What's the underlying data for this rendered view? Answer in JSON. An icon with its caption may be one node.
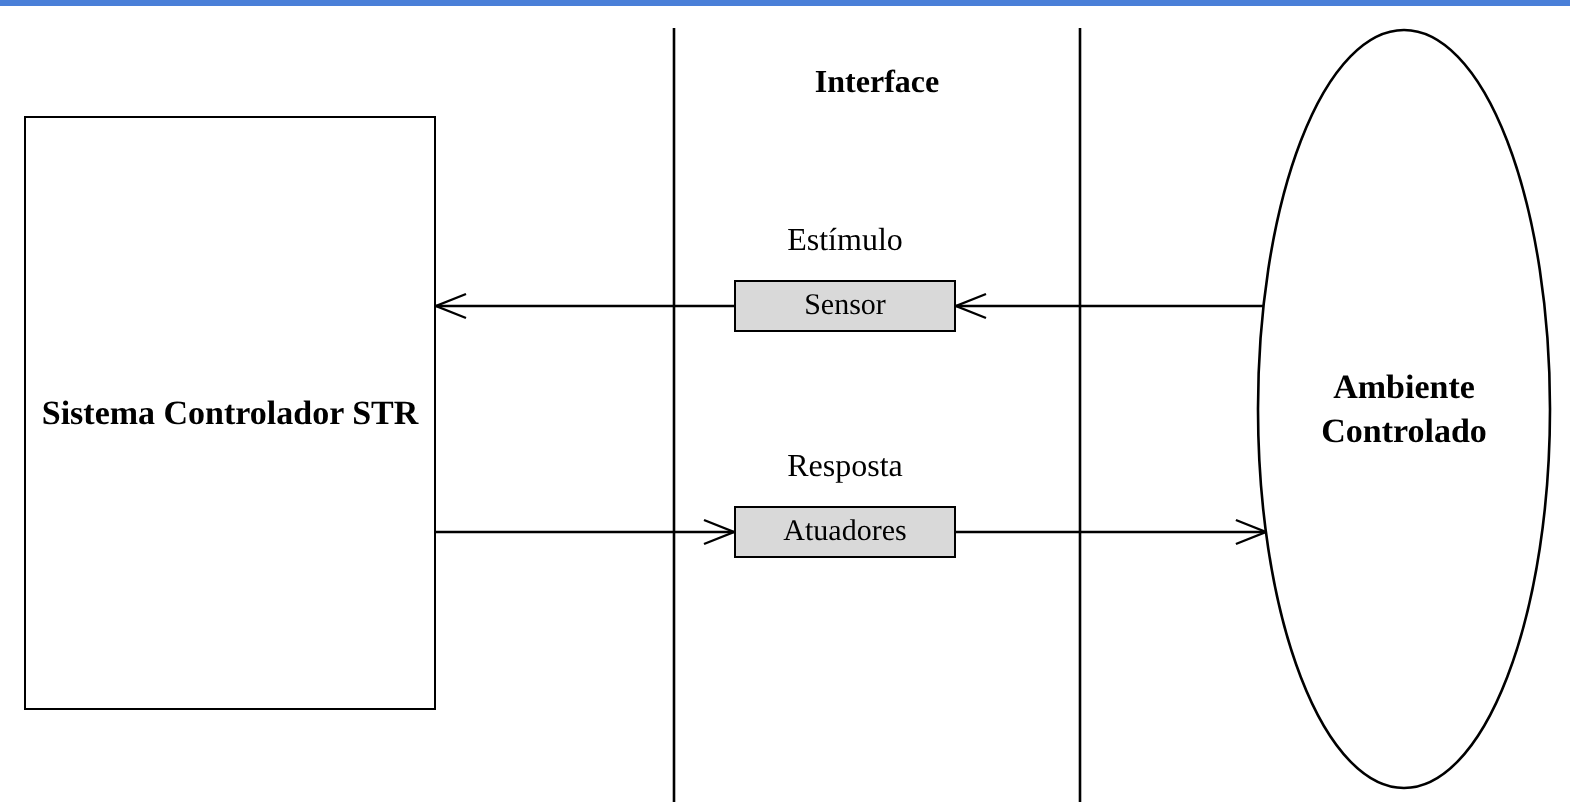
{
  "diagram": {
    "nodes": [
      {
        "text": [
          "Sistema Controlador STR"
        ]
      },
      {
        "text": [
          "Sensor"
        ],
        "beside": [
          "Estímulo"
        ]
      },
      {
        "text": [
          "Atuadores"
        ],
        "beside": [
          "Resposta"
        ]
      },
      {
        "text": [
          "Ambiente Controlado"
        ]
      }
    ],
    "edges": [
      {
        "from": 3,
        "to": 1,
        "arrow": "to"
      },
      {
        "from": 1,
        "to": 0,
        "arrow": "to"
      },
      {
        "from": 0,
        "to": 2,
        "arrow": "to"
      },
      {
        "from": 2,
        "to": 3,
        "arrow": "to"
      }
    ],
    "labels": [
      "Interface"
    ]
  }
}
